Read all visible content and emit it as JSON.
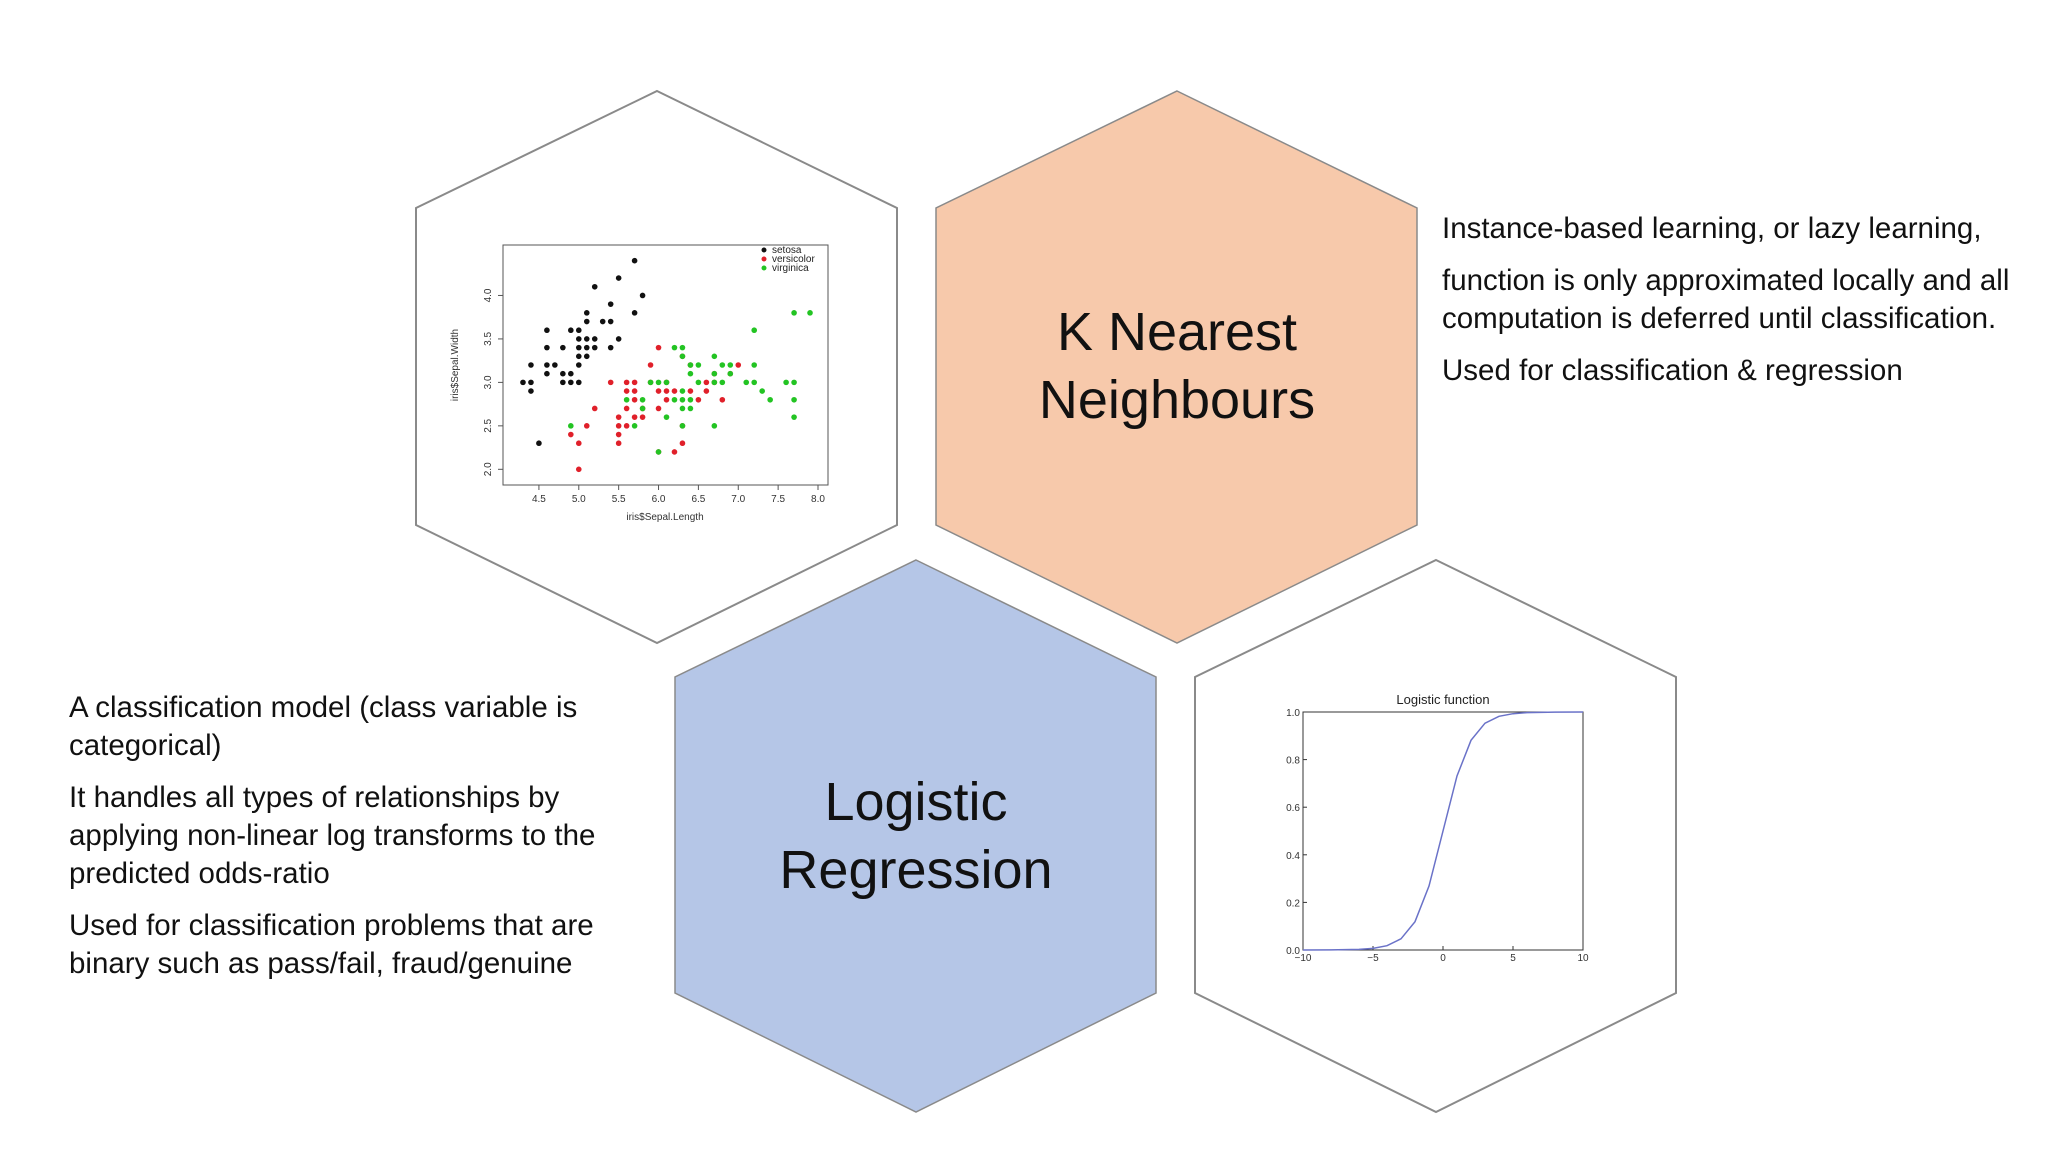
{
  "knn": {
    "title_line1": "K Nearest",
    "title_line2": "Neighbours",
    "fill": "#f7c9ab",
    "desc": [
      "Instance-based learning, or lazy learning,",
      "function is only approximated locally and all computation is deferred until classification.",
      "Used for classification & regression"
    ]
  },
  "logreg": {
    "title_line1": "Logistic",
    "title_line2": "Regression",
    "fill": "#b5c6e7",
    "desc": [
      "A classification model (class variable is categorical)",
      "It handles all types of relationships by applying non-linear log transforms to the predicted odds-ratio",
      "Used for classification problems that are binary such as pass/fail, fraud/genuine"
    ]
  },
  "chart_data": [
    {
      "type": "scatter",
      "title": "",
      "xlabel": "iris$Sepal.Length",
      "ylabel": "iris$Sepal.Width",
      "xlim": [
        4.2,
        8.0
      ],
      "ylim": [
        1.9,
        4.5
      ],
      "x_ticks": [
        "4.5",
        "5.0",
        "5.5",
        "6.0",
        "6.5",
        "7.0",
        "7.5",
        "8.0"
      ],
      "y_ticks": [
        "2.0",
        "2.5",
        "3.0",
        "3.5",
        "4.0"
      ],
      "legend": "top-right",
      "series": [
        {
          "name": "setosa",
          "color": "#111111",
          "points": [
            [
              4.3,
              3.0
            ],
            [
              4.4,
              2.9
            ],
            [
              4.4,
              3.0
            ],
            [
              4.4,
              3.2
            ],
            [
              4.5,
              2.3
            ],
            [
              4.6,
              3.1
            ],
            [
              4.6,
              3.2
            ],
            [
              4.6,
              3.4
            ],
            [
              4.6,
              3.6
            ],
            [
              4.7,
              3.2
            ],
            [
              4.8,
              3.0
            ],
            [
              4.8,
              3.1
            ],
            [
              4.8,
              3.4
            ],
            [
              4.9,
              3.0
            ],
            [
              4.9,
              3.1
            ],
            [
              4.9,
              3.6
            ],
            [
              5.0,
              3.0
            ],
            [
              5.0,
              3.2
            ],
            [
              5.0,
              3.3
            ],
            [
              5.0,
              3.4
            ],
            [
              5.0,
              3.5
            ],
            [
              5.0,
              3.6
            ],
            [
              5.1,
              3.3
            ],
            [
              5.1,
              3.4
            ],
            [
              5.1,
              3.5
            ],
            [
              5.1,
              3.7
            ],
            [
              5.1,
              3.8
            ],
            [
              5.2,
              3.4
            ],
            [
              5.2,
              3.5
            ],
            [
              5.2,
              4.1
            ],
            [
              5.3,
              3.7
            ],
            [
              5.4,
              3.4
            ],
            [
              5.4,
              3.7
            ],
            [
              5.4,
              3.9
            ],
            [
              5.5,
              3.5
            ],
            [
              5.5,
              4.2
            ],
            [
              5.7,
              3.8
            ],
            [
              5.7,
              4.4
            ],
            [
              5.8,
              4.0
            ]
          ]
        },
        {
          "name": "versicolor",
          "color": "#e0202a",
          "points": [
            [
              4.9,
              2.4
            ],
            [
              5.0,
              2.0
            ],
            [
              5.0,
              2.3
            ],
            [
              5.1,
              2.5
            ],
            [
              5.2,
              2.7
            ],
            [
              5.4,
              3.0
            ],
            [
              5.5,
              2.3
            ],
            [
              5.5,
              2.4
            ],
            [
              5.5,
              2.5
            ],
            [
              5.5,
              2.6
            ],
            [
              5.6,
              2.5
            ],
            [
              5.6,
              2.7
            ],
            [
              5.6,
              2.9
            ],
            [
              5.6,
              3.0
            ],
            [
              5.7,
              2.6
            ],
            [
              5.7,
              2.8
            ],
            [
              5.7,
              2.9
            ],
            [
              5.7,
              3.0
            ],
            [
              5.8,
              2.6
            ],
            [
              5.8,
              2.7
            ],
            [
              5.9,
              3.0
            ],
            [
              5.9,
              3.2
            ],
            [
              6.0,
              2.2
            ],
            [
              6.0,
              2.7
            ],
            [
              6.0,
              2.9
            ],
            [
              6.0,
              3.4
            ],
            [
              6.1,
              2.8
            ],
            [
              6.1,
              2.9
            ],
            [
              6.1,
              3.0
            ],
            [
              6.2,
              2.2
            ],
            [
              6.2,
              2.9
            ],
            [
              6.3,
              2.3
            ],
            [
              6.3,
              2.5
            ],
            [
              6.3,
              3.3
            ],
            [
              6.4,
              2.9
            ],
            [
              6.4,
              3.2
            ],
            [
              6.5,
              2.8
            ],
            [
              6.6,
              2.9
            ],
            [
              6.6,
              3.0
            ],
            [
              6.7,
              3.0
            ],
            [
              6.7,
              3.1
            ],
            [
              6.8,
              2.8
            ],
            [
              6.9,
              3.1
            ],
            [
              7.0,
              3.2
            ]
          ]
        },
        {
          "name": "virginica",
          "color": "#23c423",
          "points": [
            [
              4.9,
              2.5
            ],
            [
              5.6,
              2.8
            ],
            [
              5.7,
              2.5
            ],
            [
              5.8,
              2.7
            ],
            [
              5.8,
              2.8
            ],
            [
              5.9,
              3.0
            ],
            [
              6.0,
              2.2
            ],
            [
              6.0,
              3.0
            ],
            [
              6.1,
              2.6
            ],
            [
              6.1,
              3.0
            ],
            [
              6.2,
              2.8
            ],
            [
              6.2,
              3.4
            ],
            [
              6.3,
              2.5
            ],
            [
              6.3,
              2.7
            ],
            [
              6.3,
              2.8
            ],
            [
              6.3,
              2.9
            ],
            [
              6.3,
              3.3
            ],
            [
              6.3,
              3.4
            ],
            [
              6.4,
              2.7
            ],
            [
              6.4,
              2.8
            ],
            [
              6.4,
              3.1
            ],
            [
              6.4,
              3.2
            ],
            [
              6.5,
              3.0
            ],
            [
              6.5,
              3.2
            ],
            [
              6.7,
              2.5
            ],
            [
              6.7,
              3.0
            ],
            [
              6.7,
              3.1
            ],
            [
              6.7,
              3.3
            ],
            [
              6.8,
              3.0
            ],
            [
              6.8,
              3.2
            ],
            [
              6.9,
              3.1
            ],
            [
              6.9,
              3.2
            ],
            [
              7.1,
              3.0
            ],
            [
              7.2,
              3.0
            ],
            [
              7.2,
              3.2
            ],
            [
              7.2,
              3.6
            ],
            [
              7.3,
              2.9
            ],
            [
              7.4,
              2.8
            ],
            [
              7.6,
              3.0
            ],
            [
              7.7,
              2.6
            ],
            [
              7.7,
              2.8
            ],
            [
              7.7,
              3.0
            ],
            [
              7.7,
              3.8
            ],
            [
              7.9,
              3.8
            ]
          ]
        }
      ]
    },
    {
      "type": "line",
      "title": "Logistic function",
      "xlabel": "",
      "ylabel": "",
      "xlim": [
        -10,
        10
      ],
      "ylim": [
        0.0,
        1.0
      ],
      "x_ticks": [
        "−10",
        "−5",
        "0",
        "5",
        "10"
      ],
      "y_ticks": [
        "0.0",
        "0.2",
        "0.4",
        "0.6",
        "0.8",
        "1.0"
      ],
      "series": [
        {
          "color": "#6a72c8",
          "x": [
            -10,
            -8,
            -6,
            -5,
            -4,
            -3,
            -2,
            -1,
            0,
            1,
            2,
            3,
            4,
            5,
            6,
            8,
            10
          ],
          "y": [
            5e-05,
            0.0003,
            0.0025,
            0.0067,
            0.018,
            0.047,
            0.119,
            0.269,
            0.5,
            0.731,
            0.881,
            0.953,
            0.982,
            0.993,
            0.9975,
            0.9997,
            0.99995
          ]
        }
      ]
    }
  ]
}
